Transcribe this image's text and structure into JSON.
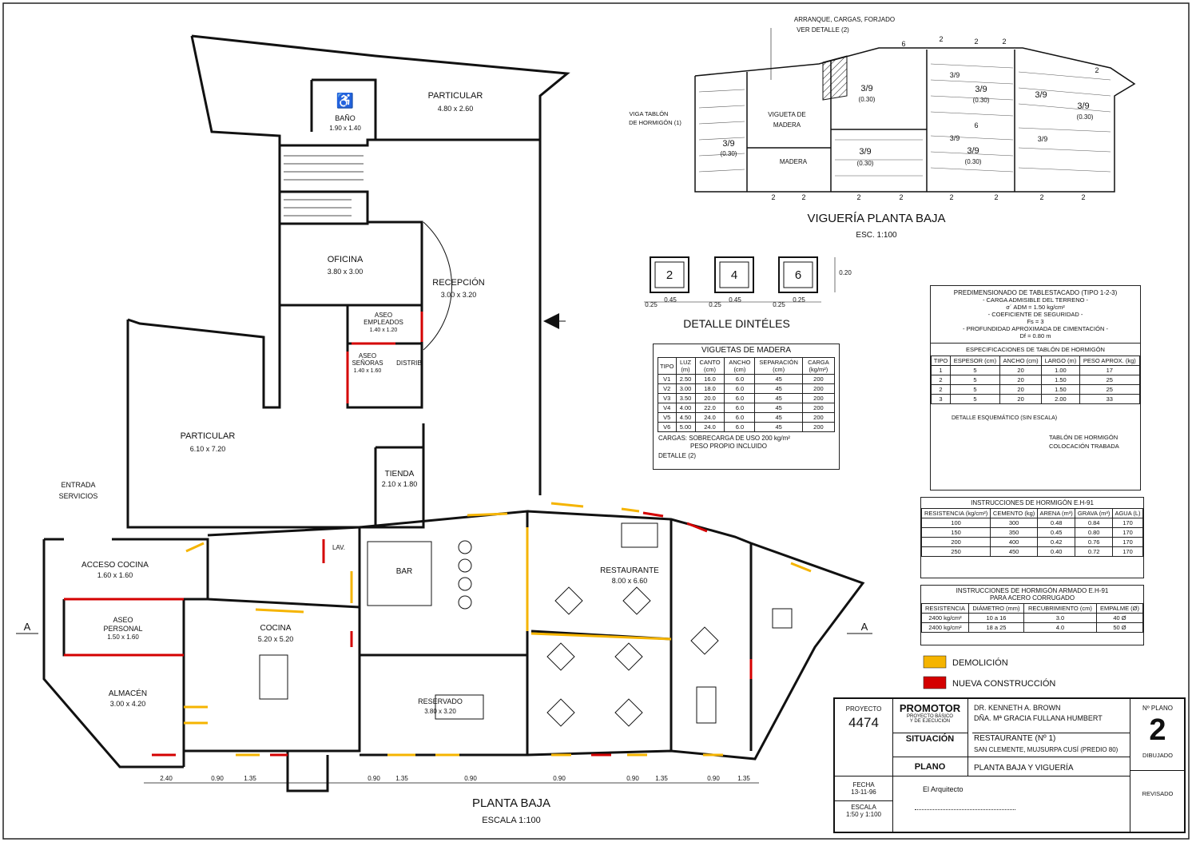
{
  "plan_title": {
    "name": "PLANTA BAJA",
    "scale": "ESCALA  1:100"
  },
  "entrance": {
    "line1": "ENTRADA",
    "line2": "SERVICIOS"
  },
  "section_mark": "A",
  "rooms": {
    "particular_top": {
      "name": "PARTICULAR",
      "dim": "4.80  x  2.60"
    },
    "bano": {
      "name": "BAÑO",
      "dim": "1.90  x  1.40"
    },
    "oficina": {
      "name": "OFICINA",
      "dim": "3.80  x  3.00"
    },
    "recepcion": {
      "name": "RECEPCIÓN",
      "dim": "3.00  x  3.20"
    },
    "aseo_empleados": {
      "name": "ASEO",
      "name2": "EMPLEADOS",
      "dim": "1.40 x 1.20"
    },
    "aseo_senoras": {
      "name": "ASEO",
      "name2": "SEÑORAS",
      "dim": "1.40 x 1.60"
    },
    "distrib": {
      "name": "DISTRIB."
    },
    "particular_big": {
      "name": "PARTICULAR",
      "dim": "6.10  x  7.20"
    },
    "tienda": {
      "name": "TIENDA",
      "dim": "2.10  x  1.80"
    },
    "acceso_cocina": {
      "name": "ACCESO COCINA",
      "dim": "1.60  x  1.60"
    },
    "aseo_personal": {
      "name": "ASEO",
      "name2": "PERSONAL",
      "dim": "1.50  x  1.60"
    },
    "almacen": {
      "name": "ALMACÉN",
      "dim": "3.00  x  4.20"
    },
    "cocina": {
      "name": "COCINA",
      "dim": "5.20  x  5.20"
    },
    "bar": {
      "name": "BAR"
    },
    "reservado": {
      "name": "RESERVADO",
      "dim": "3.80  x  3.20"
    },
    "restaurante": {
      "name": "RESTAURANTE",
      "dim": "8.00  x  6.60"
    },
    "lav": {
      "name": "LAV."
    }
  },
  "bottom_dims": [
    "2.40",
    "0.90",
    "1.35",
    "0.90",
    "1.35",
    "0.90",
    "0.90",
    "0.90",
    "1.35",
    "0.90",
    "1.35"
  ],
  "vigueria": {
    "title": "VIGUERÍA  PLANTA  BAJA",
    "scale": "ESC.  1:100",
    "note1": "ARRANQUE,  CARGAS,  FORJADO",
    "note2": "VER  DETALLE  (2)",
    "viga1": "VIGA  TABLÓN",
    "viga2": "DE  HORMIGÓN  (1)",
    "vigueta": "VIGUETA  DE",
    "madera": "MADERA",
    "madera2": "MADERA",
    "frac": "3/9",
    "frac_dim": "(0.30)",
    "num2": "2",
    "num6": "6"
  },
  "dinteles": {
    "title": "DETALLE    DINTÉLES",
    "items": [
      {
        "n": "2",
        "w": "0.45"
      },
      {
        "n": "4",
        "w": "0.45"
      },
      {
        "n": "6",
        "w": "0.25"
      }
    ],
    "side": "0.25",
    "height": "0.20"
  },
  "viguetas": {
    "title": "VIGUETAS  DE  MADERA",
    "headers": [
      "TIPO",
      "LUZ (m)",
      "CANTO (cm)",
      "ANCHO (cm)",
      "SEPARACIÓN (cm)",
      "CARGA (kg/m²)"
    ],
    "rows": [
      [
        "V1",
        "2.50",
        "16.0",
        "6.0",
        "45",
        "200"
      ],
      [
        "V2",
        "3.00",
        "18.0",
        "6.0",
        "45",
        "200"
      ],
      [
        "V3",
        "3.50",
        "20.0",
        "6.0",
        "45",
        "200"
      ],
      [
        "V4",
        "4.00",
        "22.0",
        "6.0",
        "45",
        "200"
      ],
      [
        "V5",
        "4.50",
        "24.0",
        "6.0",
        "45",
        "200"
      ],
      [
        "V6",
        "5.00",
        "24.0",
        "6.0",
        "45",
        "200"
      ]
    ],
    "note1": "CARGAS:  SOBRECARGA DE USO 200 kg/m²",
    "note2": "PESO PROPIO INCLUIDO",
    "note3": "DETALLE (2)"
  },
  "predim": {
    "title": "PREDIMENSIONADO DE TABLESTACADO (TIPO 1-2-3)",
    "l1": "- CARGA ADMISIBLE DEL TERRENO -",
    "l2": "σ´ ADM = 1.50 kg/cm²",
    "l3": "- COEFICIENTE DE SEGURIDAD -",
    "l4": "Fs = 3",
    "l5": "- PROFUNDIDAD APROXIMADA DE CIMENTACIÓN -",
    "l6": "Df = 0.80 m",
    "spec_title": "ESPECIFICACIONES DE TABLÓN DE HORMIGÓN",
    "spec_headers": [
      "TIPO",
      "ESPESOR (cm)",
      "ANCHO (cm)",
      "LARGO (m)",
      "PESO APROX. (kg)"
    ],
    "spec_rows": [
      [
        "1",
        "5",
        "20",
        "1.00",
        "17"
      ],
      [
        "2",
        "5",
        "20",
        "1.50",
        "25"
      ],
      [
        "2",
        "5",
        "20",
        "1.50",
        "25"
      ],
      [
        "3",
        "5",
        "20",
        "2.00",
        "33"
      ]
    ],
    "detail_title": "DETALLE ESQUEMÁTICO (SIN ESCALA)",
    "detail_note1": "TABLÓN DE HORMIGÓN",
    "detail_note2": "COLOCACIÓN TRABADA"
  },
  "hormigon": {
    "title": "INSTRUCCIONES DE HORMIGÓN E.H-91",
    "headers": [
      "RESISTENCIA (kg/cm²)",
      "CEMENTO (kg)",
      "ARENA (m³)",
      "GRAVA (m³)",
      "AGUA (L)"
    ],
    "rows": [
      [
        "100",
        "300",
        "0.48",
        "0.84",
        "170"
      ],
      [
        "150",
        "350",
        "0.45",
        "0.80",
        "170"
      ],
      [
        "200",
        "400",
        "0.42",
        "0.76",
        "170"
      ],
      [
        "250",
        "450",
        "0.40",
        "0.72",
        "170"
      ]
    ]
  },
  "armado": {
    "title1": "INSTRUCCIONES DE HORMIGÓN ARMADO E.H-91",
    "title2": "PARA ACERO CORRUGADO",
    "headers": [
      "RESISTENCIA",
      "DIÁMETRO (mm)",
      "RECUBRIMIENTO (cm)",
      "EMPALME (Ø)"
    ],
    "rows": [
      [
        "2400 kg/cm²",
        "10 a 16",
        "3.0",
        "40 Ø"
      ],
      [
        "2400 kg/cm²",
        "18 a 25",
        "4.0",
        "50 Ø"
      ]
    ]
  },
  "legend": {
    "demolicion": "DEMOLICIÓN",
    "nueva": "NUEVA  CONSTRUCCIÓN",
    "color_demolicion": "#f5b400",
    "color_nueva": "#d40000"
  },
  "titleblock": {
    "proyecto_label": "PROYECTO",
    "proyecto_num": "4474",
    "promotor": "PROMOTOR",
    "promotor_sub1": "PROYECTO BÁSICO",
    "promotor_sub2": "Y DE EJECUCIÓN",
    "promotor_l1": "DR.    KENNETH  A.  BROWN",
    "promotor_l2": "DÑA.  Mª GRACIA  FULLANA  HUMBERT",
    "situacion": "SITUACIÓN",
    "situacion_l1": "RESTAURANTE  (Nº 1)",
    "situacion_l2": "SAN CLEMENTE,  MUJSURPA CUSÍ (PREDIO 80)",
    "plano": "PLANO",
    "plano_val": "PLANTA  BAJA  Y  VIGUERÍA",
    "fecha_label": "FECHA",
    "fecha": "13-11-96",
    "escala_label": "ESCALA",
    "escala": "1:50 y 1:100",
    "arquitecto": "El  Arquitecto",
    "nplano_label": "Nº PLANO",
    "nplano": "2",
    "dibujado": "DIBUJADO",
    "revisado": "REVISADO"
  }
}
